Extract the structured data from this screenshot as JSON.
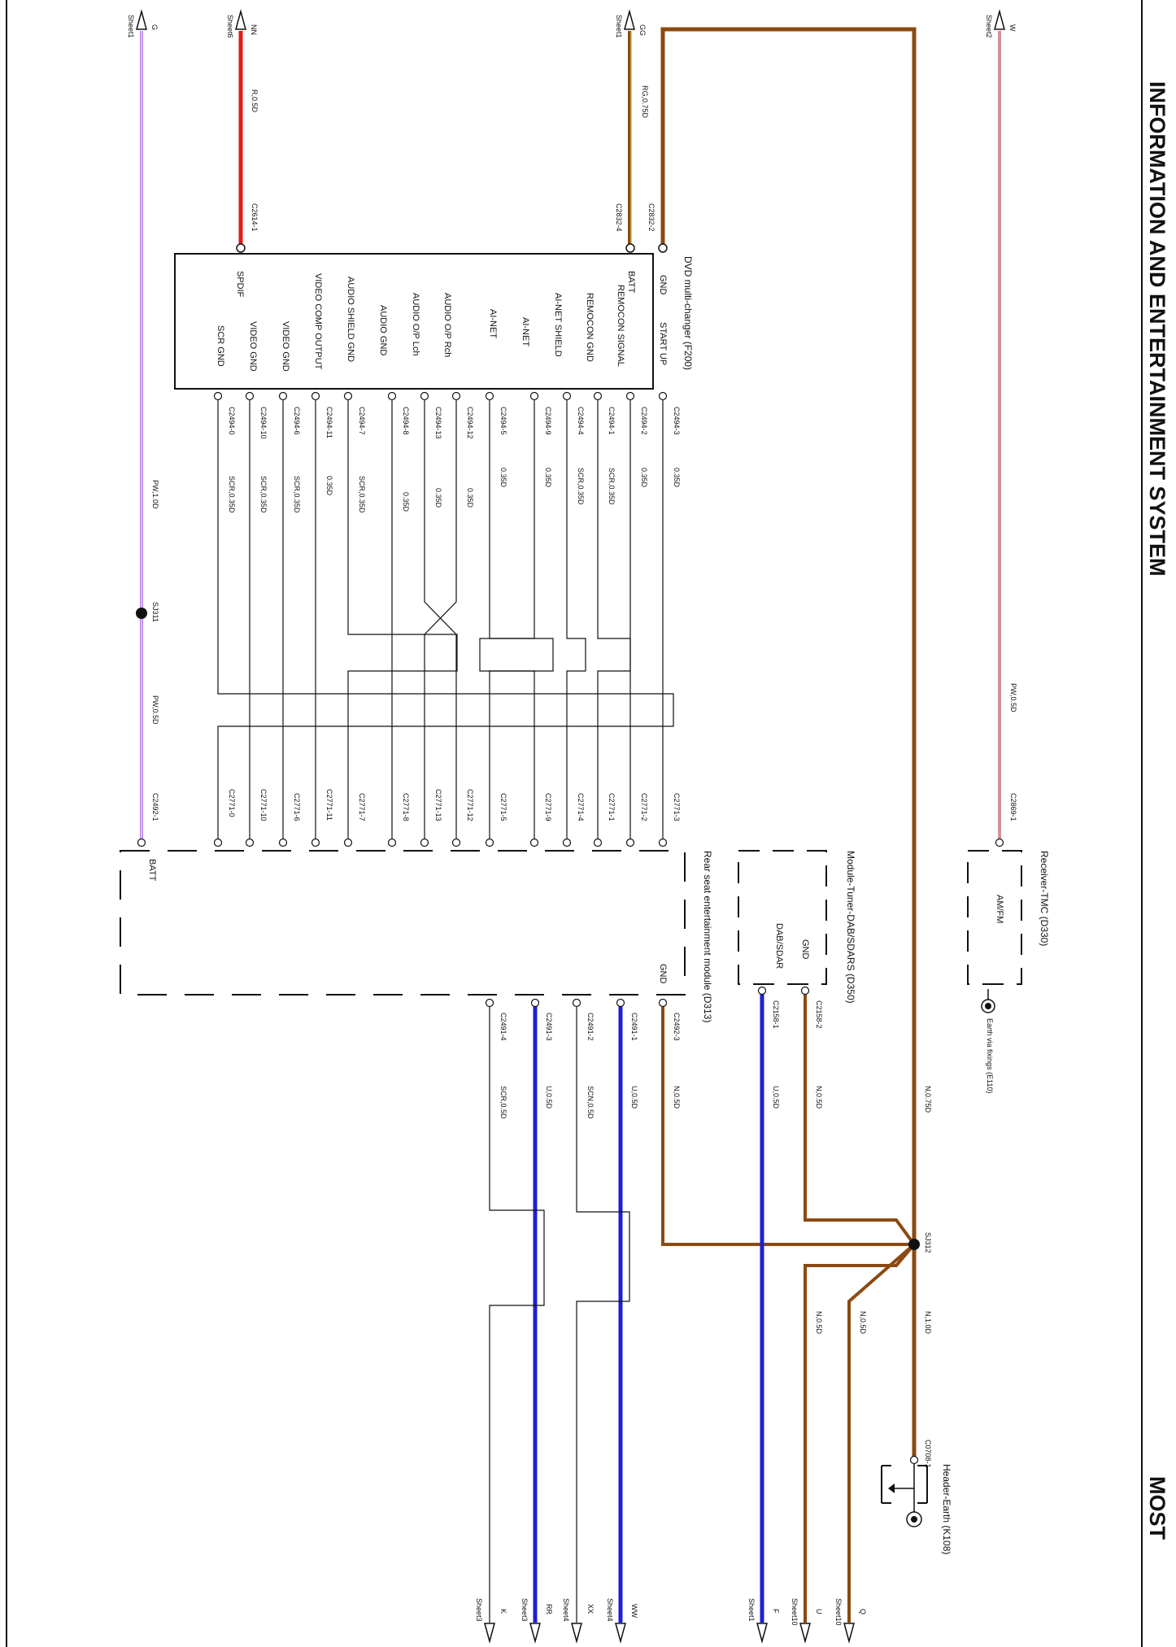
{
  "header": {
    "title": "INFORMATION AND ENTERTAINMENT SYSTEM",
    "subtitle": "MOST"
  },
  "colors": {
    "brown": "#8b4a12",
    "red": "#e01b1b",
    "violet": "#b77fe6",
    "blue": "#1f1fd0",
    "dark_red": "#8b1a1a",
    "olive": "#8a7a20",
    "black": "#111111"
  },
  "top_arrows": [
    {
      "code": "G",
      "sheet": "Sheet1"
    },
    {
      "code": "NN",
      "sheet": "Sheet6"
    },
    {
      "code": "GG",
      "sheet": "Sheet1"
    },
    {
      "code": "W",
      "sheet": "Sheet2"
    }
  ],
  "bottom_arrows": [
    {
      "code": "Q",
      "sheet": "Sheet10"
    },
    {
      "code": "U",
      "sheet": "Sheet10"
    },
    {
      "code": "F",
      "sheet": "Sheet1"
    },
    {
      "code": "WW",
      "sheet": "Sheet4"
    },
    {
      "code": "XX",
      "sheet": "Sheet4"
    },
    {
      "code": "RR",
      "sheet": "Sheet3"
    },
    {
      "code": "K",
      "sheet": "Sheet3"
    }
  ],
  "dvd": {
    "name": "DVD multi-changer (F200)",
    "pins": [
      "GND",
      "BATT",
      "START UP",
      "REMOCON SIGNAL",
      "REMOCON GND",
      "AI-NET SHIELD",
      "AI-NET",
      "AI-NET",
      "AUDIO O/P Rch",
      "AUDIO O/P Lch",
      "AUDIO GND",
      "AUDIO SHIELD GND",
      "VIDEO COMP OUTPUT",
      "VIDEO GND",
      "VIDEO GND",
      "SPDIF",
      "SCR GND"
    ],
    "connectors_top": [
      "C2832-2",
      "C2832-4",
      "C2614-1"
    ],
    "connectors_right": [
      "C2494-3",
      "C2494-2",
      "C2494-1",
      "C2494-4",
      "C2494-9",
      "C2494-5",
      "C2494-12",
      "C2494-13",
      "C2494-8",
      "C2494-7",
      "C2494-11",
      "C2494-6",
      "C2494-10",
      "C2494-0"
    ],
    "wire_specs": [
      "0.35D",
      "0.35D",
      "SCR,0.35D",
      "SCR,0.35D",
      "0.35D",
      "0.35D",
      "0.35D",
      "0.35D",
      "0.35D",
      "SCR,0.35D",
      "0.35D",
      "SCR,0.35D",
      "SCR,0.35D",
      "SCR,0.35D"
    ]
  },
  "rse": {
    "name": "Rear seat entertainment module (D313)",
    "connectors": [
      "C2771-3",
      "C2771-2",
      "C2771-1",
      "C2771-4",
      "C2771-9",
      "C2771-5",
      "C2771-12",
      "C2771-13",
      "C2771-8",
      "C2771-7",
      "C2771-11",
      "C2771-6",
      "C2771-10",
      "C2771-0"
    ],
    "batt_connector": "C2492-1",
    "batt_label": "BATT",
    "gnd_label": "GND",
    "bottom_connectors": [
      "C2492-3",
      "C2491-1",
      "C2491-2",
      "C2491-3",
      "C2491-4"
    ],
    "bottom_specs": [
      "N,0.5D",
      "U,0.5D",
      "SCN,0.5D",
      "U,0.5D",
      "SCR,0.5D"
    ]
  },
  "tuner": {
    "name": "Module-Tuner-DAB/SDARS (D350)",
    "pins": [
      "GND",
      "DAB/SDAR"
    ],
    "connectors": [
      "C2158-2",
      "C2158-1"
    ],
    "specs": [
      "N,0.5D",
      "U,0.5D"
    ]
  },
  "receiver": {
    "name": "Receiver-TMC (D330)",
    "pin": "AM/FM",
    "connector": "C2869-1",
    "wire": "PW,0.5D",
    "earth": "Earth via fixings (E110)"
  },
  "header_earth": {
    "name": "Header-Earth (K108)",
    "connector": "C0708-1"
  },
  "wires": {
    "r05": "R,0.5D",
    "rg075": "RG,0.75D",
    "pw10": "PW,1.0D",
    "pw05": "PW,0.5D",
    "n075": "N,0.75D",
    "n10": "N,1.0D",
    "n05a": "N,0.5D",
    "n05b": "N,0.5D"
  },
  "splices": {
    "sj311": "SJ311",
    "sj312": "SJ312"
  }
}
